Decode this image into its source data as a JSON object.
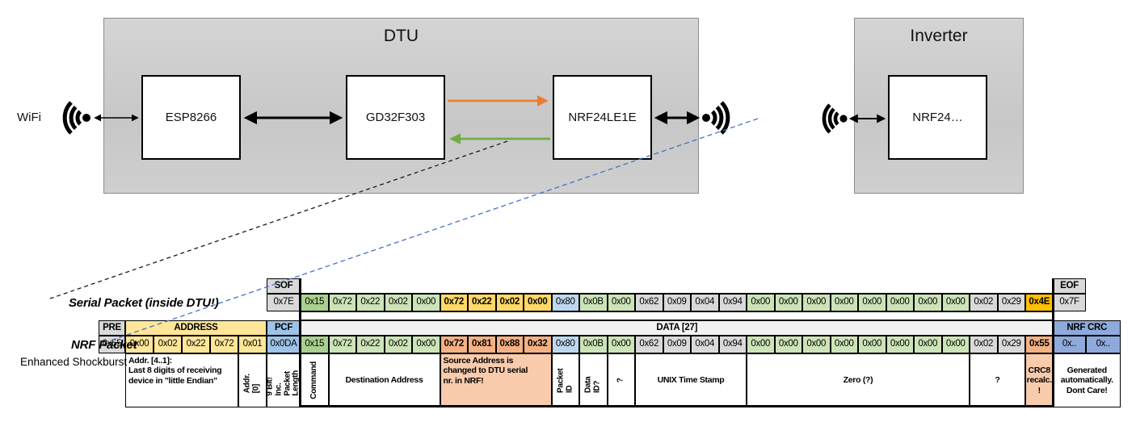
{
  "diagram": {
    "wifi_label": "WiFi",
    "dtu": {
      "title": "DTU",
      "components": [
        "ESP8266",
        "GD32F303",
        "NRF24LE1E"
      ]
    },
    "inverter": {
      "title": "Inverter",
      "component": "NRF24…"
    },
    "colors": {
      "orange_arrow": "#ED7D31",
      "green_arrow": "#70AD47",
      "callout_blue": "#4472C4"
    }
  },
  "serial_packet": {
    "label": "Serial Packet (inside DTU!)",
    "sof": {
      "header": "SOF",
      "value": "0x7E"
    },
    "eof": {
      "header": "EOF",
      "value": "0x7F"
    },
    "bytes": [
      {
        "t": "0x15",
        "c": "g1"
      },
      {
        "t": "0x72",
        "c": "g2"
      },
      {
        "t": "0x22",
        "c": "g2"
      },
      {
        "t": "0x02",
        "c": "g2"
      },
      {
        "t": "0x00",
        "c": "g2"
      },
      {
        "t": "0x72",
        "c": "gold"
      },
      {
        "t": "0x22",
        "c": "gold"
      },
      {
        "t": "0x02",
        "c": "gold"
      },
      {
        "t": "0x00",
        "c": "gold"
      },
      {
        "t": "0x80",
        "c": "blu"
      },
      {
        "t": "0x0B",
        "c": "g2"
      },
      {
        "t": "0x00",
        "c": "g2"
      },
      {
        "t": "0x62",
        "c": "gry"
      },
      {
        "t": "0x09",
        "c": "gry"
      },
      {
        "t": "0x04",
        "c": "gry"
      },
      {
        "t": "0x94",
        "c": "gry"
      },
      {
        "t": "0x00",
        "c": "g2"
      },
      {
        "t": "0x00",
        "c": "g2"
      },
      {
        "t": "0x00",
        "c": "g2"
      },
      {
        "t": "0x00",
        "c": "g2"
      },
      {
        "t": "0x00",
        "c": "g2"
      },
      {
        "t": "0x00",
        "c": "g2"
      },
      {
        "t": "0x00",
        "c": "g2"
      },
      {
        "t": "0x00",
        "c": "g2"
      },
      {
        "t": "0x02",
        "c": "gry"
      },
      {
        "t": "0x29",
        "c": "gry"
      },
      {
        "t": "0x4E",
        "c": "org"
      }
    ]
  },
  "nrf_packet": {
    "label": "NRF Packet",
    "sublabel": "Enhanced Shockburst",
    "pre": {
      "header": "PRE",
      "value": "0x55"
    },
    "address": {
      "header": "ADDRESS",
      "values": [
        "0x00",
        "0x02",
        "0x22",
        "0x72",
        "0x01"
      ]
    },
    "pcf": {
      "header": "PCF",
      "value": "0x0DA"
    },
    "data_header": "DATA [27]",
    "bytes": [
      {
        "t": "0x15",
        "c": "g1"
      },
      {
        "t": "0x72",
        "c": "g2"
      },
      {
        "t": "0x22",
        "c": "g2"
      },
      {
        "t": "0x02",
        "c": "g2"
      },
      {
        "t": "0x00",
        "c": "g2"
      },
      {
        "t": "0x72",
        "c": "sal"
      },
      {
        "t": "0x81",
        "c": "sal"
      },
      {
        "t": "0x88",
        "c": "sal"
      },
      {
        "t": "0x32",
        "c": "sal"
      },
      {
        "t": "0x80",
        "c": "blu"
      },
      {
        "t": "0x0B",
        "c": "g2"
      },
      {
        "t": "0x00",
        "c": "g2"
      },
      {
        "t": "0x62",
        "c": "gry"
      },
      {
        "t": "0x09",
        "c": "gry"
      },
      {
        "t": "0x04",
        "c": "gry"
      },
      {
        "t": "0x94",
        "c": "gry"
      },
      {
        "t": "0x00",
        "c": "g2"
      },
      {
        "t": "0x00",
        "c": "g2"
      },
      {
        "t": "0x00",
        "c": "g2"
      },
      {
        "t": "0x00",
        "c": "g2"
      },
      {
        "t": "0x00",
        "c": "g2"
      },
      {
        "t": "0x00",
        "c": "g2"
      },
      {
        "t": "0x00",
        "c": "g2"
      },
      {
        "t": "0x00",
        "c": "g2"
      },
      {
        "t": "0x02",
        "c": "gry"
      },
      {
        "t": "0x29",
        "c": "gry"
      },
      {
        "t": "0x55",
        "c": "sal"
      }
    ],
    "crc": {
      "header": "NRF CRC",
      "values": [
        "0x..",
        "0x.."
      ]
    }
  },
  "annotations": [
    {
      "t": "Addr. [4..1]:\nLast 8 digits of receiving\ndevice in \"little Endian\"",
      "span": 4,
      "c": "wht",
      "align": "left"
    },
    {
      "t": "Addr.[0]",
      "span": 1,
      "c": "wht",
      "vert": true
    },
    {
      "t": "9 Bit!\nInc. Packet\nLength",
      "span": 1,
      "c": "wht",
      "vert": true
    },
    {
      "t": "Command",
      "span": 1,
      "c": "wht",
      "vert": true
    },
    {
      "t": "Destination Address",
      "span": 4,
      "c": "wht"
    },
    {
      "t": "Source Address is\nchanged to DTU serial\nnr. in NRF!",
      "span": 4,
      "c": "sal2",
      "align": "left"
    },
    {
      "t": "Packet ID",
      "span": 1,
      "c": "wht",
      "vert": true
    },
    {
      "t": "Data ID?",
      "span": 1,
      "c": "wht",
      "vert": true
    },
    {
      "t": "?",
      "span": 1,
      "c": "wht",
      "vert": true
    },
    {
      "t": "UNIX Time Stamp",
      "span": 4,
      "c": "wht"
    },
    {
      "t": "Zero (?)",
      "span": 8,
      "c": "wht"
    },
    {
      "t": "?",
      "span": 2,
      "c": "wht"
    },
    {
      "t": "CRC8\nrecalc.\n!",
      "span": 1,
      "c": "sal2"
    },
    {
      "t": "Generated\nautomatically.\nDont Care!",
      "span": 2,
      "c": "wht"
    }
  ]
}
